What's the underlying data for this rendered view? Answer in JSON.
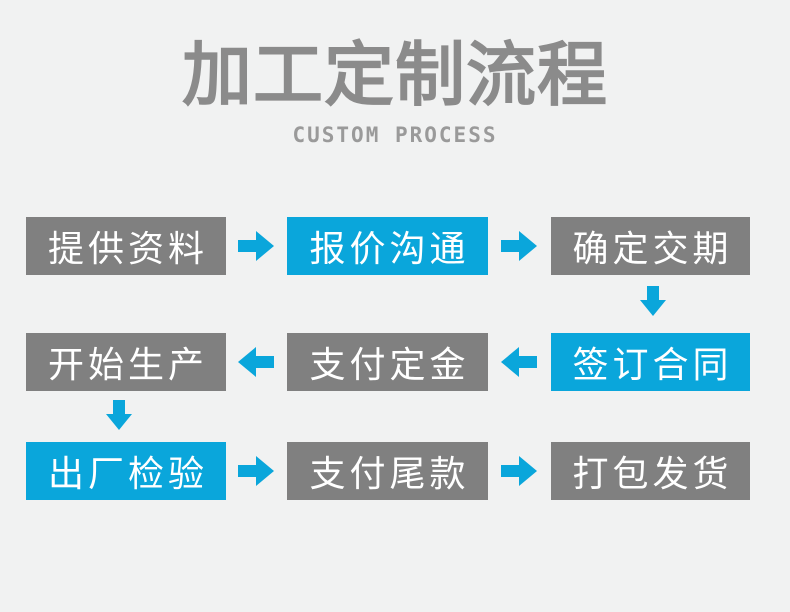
{
  "header": {
    "title": "加工定制流程",
    "subtitle": "CUSTOM PROCESS"
  },
  "colors": {
    "background": "#f1f2f2",
    "accent_blue": "#0aa6db",
    "box_gray": "#808080",
    "title_gray": "#8b8b8b",
    "subtitle_gray": "#9a9a9a",
    "box_text": "#ffffff"
  },
  "icons": {
    "arrow_right": "➡",
    "arrow_left": "⬅",
    "arrow_down": "⬇"
  },
  "flow": {
    "rows": [
      {
        "direction": "right",
        "boxes": [
          {
            "label": "提供资料",
            "variant": "gray"
          },
          {
            "label": "报价沟通",
            "variant": "blue"
          },
          {
            "label": "确定交期",
            "variant": "gray"
          }
        ]
      },
      {
        "direction": "left",
        "boxes": [
          {
            "label": "开始生产",
            "variant": "gray"
          },
          {
            "label": "支付定金",
            "variant": "gray"
          },
          {
            "label": "签订合同",
            "variant": "blue"
          }
        ]
      },
      {
        "direction": "right",
        "boxes": [
          {
            "label": "出厂检验",
            "variant": "blue"
          },
          {
            "label": "支付尾款",
            "variant": "gray"
          },
          {
            "label": "打包发货",
            "variant": "gray"
          }
        ]
      }
    ]
  }
}
